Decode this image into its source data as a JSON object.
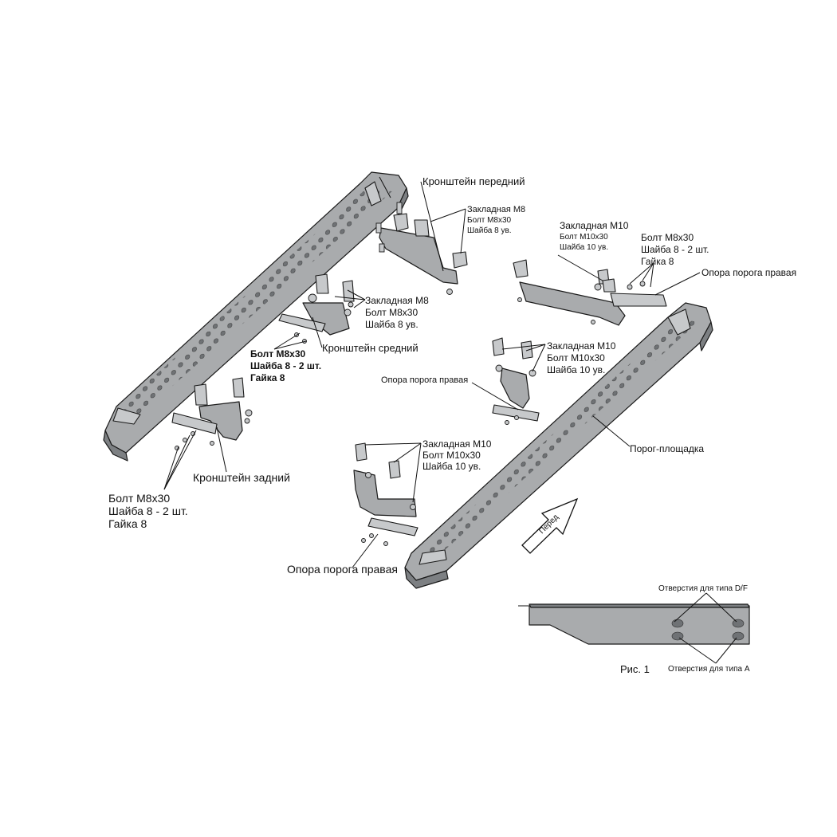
{
  "labels": {
    "bracket_front": "Кронштейн передний",
    "insert_m8_front": [
      "Закладная М8",
      "Болт М8х30",
      "Шайба 8 ув."
    ],
    "insert_m10_top": [
      "Закладная М10",
      "Болт М10х30",
      "Шайба 10 ув."
    ],
    "bolt_m8_top_right": [
      "Болт М8х30",
      "Шайба 8 - 2 шт.",
      "Гайка 8"
    ],
    "support_right_top": "Опора порога правая",
    "insert_m8_mid": [
      "Закладная М8",
      "Болт М8х30",
      "Шайба 8 ув."
    ],
    "bracket_middle": "Кронштейн средний",
    "bolt_m8_mid_bold": [
      "Болт М8х30",
      "Шайба 8 - 2 шт.",
      "Гайка 8"
    ],
    "insert_m10_mid": [
      "Закладная М10",
      "Болт М10х30",
      "Шайба 10 ув."
    ],
    "support_right_mid": "Опора порога правая",
    "step_board": "Порог-площадка",
    "insert_m10_low": [
      "Закладная М10",
      "Болт М10х30",
      "Шайба 10 ув."
    ],
    "bracket_rear": "Кронштейн задний",
    "bolt_m8_left": [
      "Болт М8х30",
      "Шайба 8 - 2 шт.",
      "Гайка 8"
    ],
    "front_arrow": "Перед",
    "support_right_bottom": "Опора порога правая",
    "holes_df": "Отверстия для типа D/F",
    "holes_a": "Отверстия для типа А",
    "figure_caption": "Рис. 1"
  }
}
